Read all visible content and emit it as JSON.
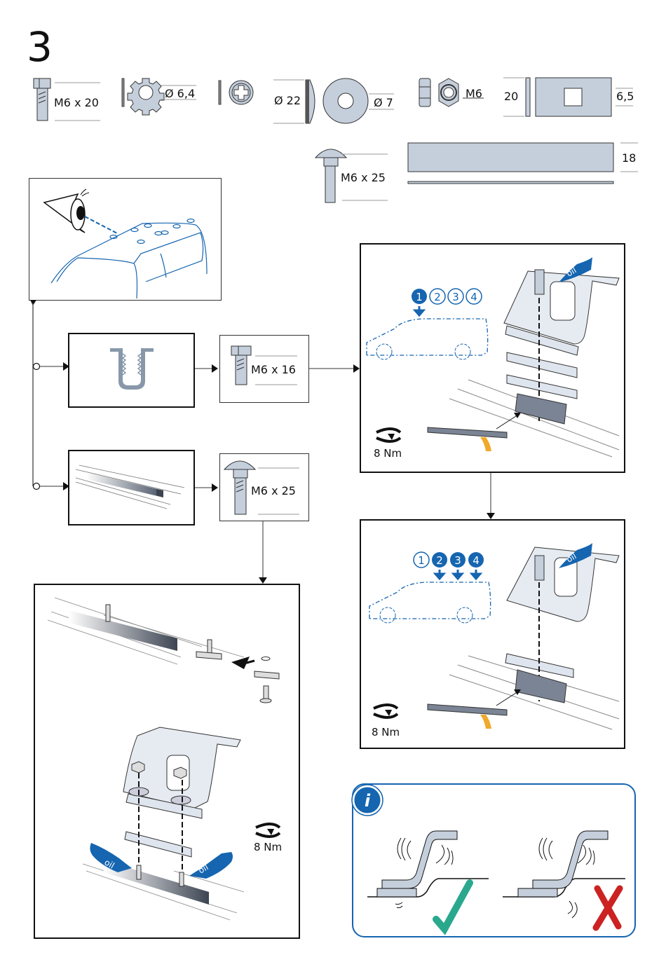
{
  "page": {
    "step_number": "3",
    "colors": {
      "accent_blue": "#1565b0",
      "metal": "#c5cfdc",
      "check_green": "#2aa88e",
      "cross_red": "#cc2222",
      "tape_orange": "#f0a92a"
    }
  },
  "parts": {
    "bolt_m6x20": "M6 x 20",
    "lock_washer": "Ø 6,4",
    "washer_22": "Ø 22",
    "washer_7": "Ø 7",
    "nut": "M6",
    "plate_height": "20",
    "plate_thickness": "6,5",
    "carriage_bolt": "M6 x 25",
    "strip_height": "18"
  },
  "flow": {
    "option_threaded": {
      "bolt_label": "M6 x 16"
    },
    "option_rail": {
      "bolt_label": "M6 x 25"
    }
  },
  "panels": {
    "front_mount": {
      "position_numbers": [
        "1",
        "2",
        "3",
        "4"
      ],
      "active_positions": [
        "1"
      ],
      "torque": "8 Nm",
      "oil_label": "oil"
    },
    "rear_mounts": {
      "position_numbers": [
        "1",
        "2",
        "3",
        "4"
      ],
      "active_positions": [
        "2",
        "3",
        "4"
      ],
      "torque": "8 Nm",
      "oil_label": "oil"
    },
    "rail_mount": {
      "torque": "8 Nm",
      "oil_label": "oil"
    }
  },
  "info": {
    "icon": "i",
    "correct": "check-mark",
    "incorrect": "cross-mark"
  }
}
